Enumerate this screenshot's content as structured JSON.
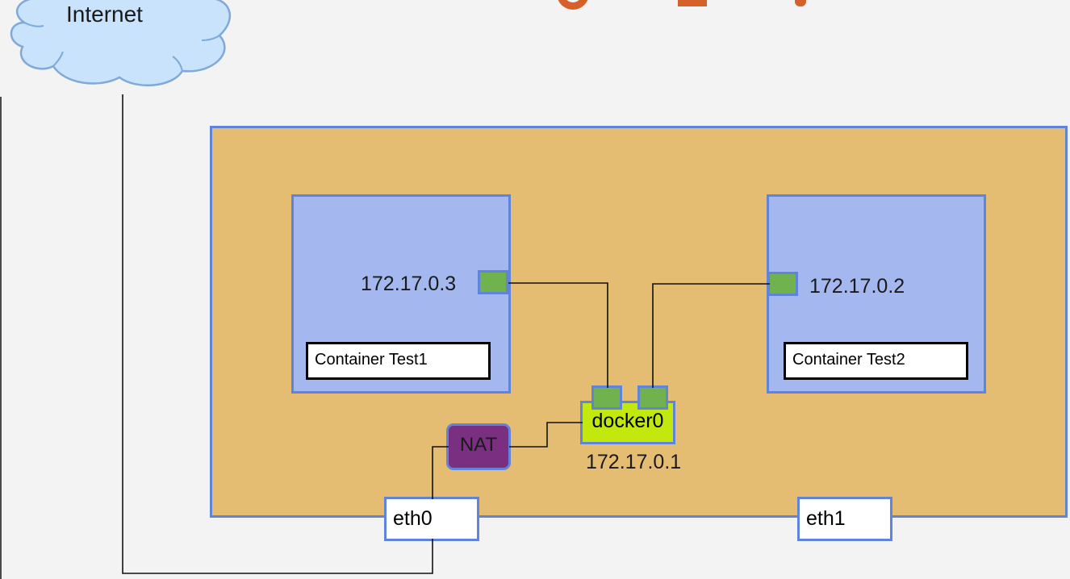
{
  "internet": {
    "label": "Internet"
  },
  "host": {
    "containers": [
      {
        "name": "Container Test1",
        "ip": "172.17.0.3"
      },
      {
        "name": "Container Test2",
        "ip": "172.17.0.2"
      }
    ],
    "bridge": {
      "name": "docker0",
      "ip": "172.17.0.1"
    },
    "nat": {
      "label": "NAT"
    },
    "interfaces": [
      {
        "name": "eth0"
      },
      {
        "name": "eth1"
      }
    ]
  },
  "colors": {
    "host_fill": "#e5bd72",
    "container_fill": "#a4b8ef",
    "border_blue": "#5f84d9",
    "port_green": "#70b34e",
    "bridge_fill": "#c3e80e",
    "nat_fill": "#7a2f80",
    "cloud_fill": "#c8e3fb",
    "title_orange": "#d6602a"
  }
}
